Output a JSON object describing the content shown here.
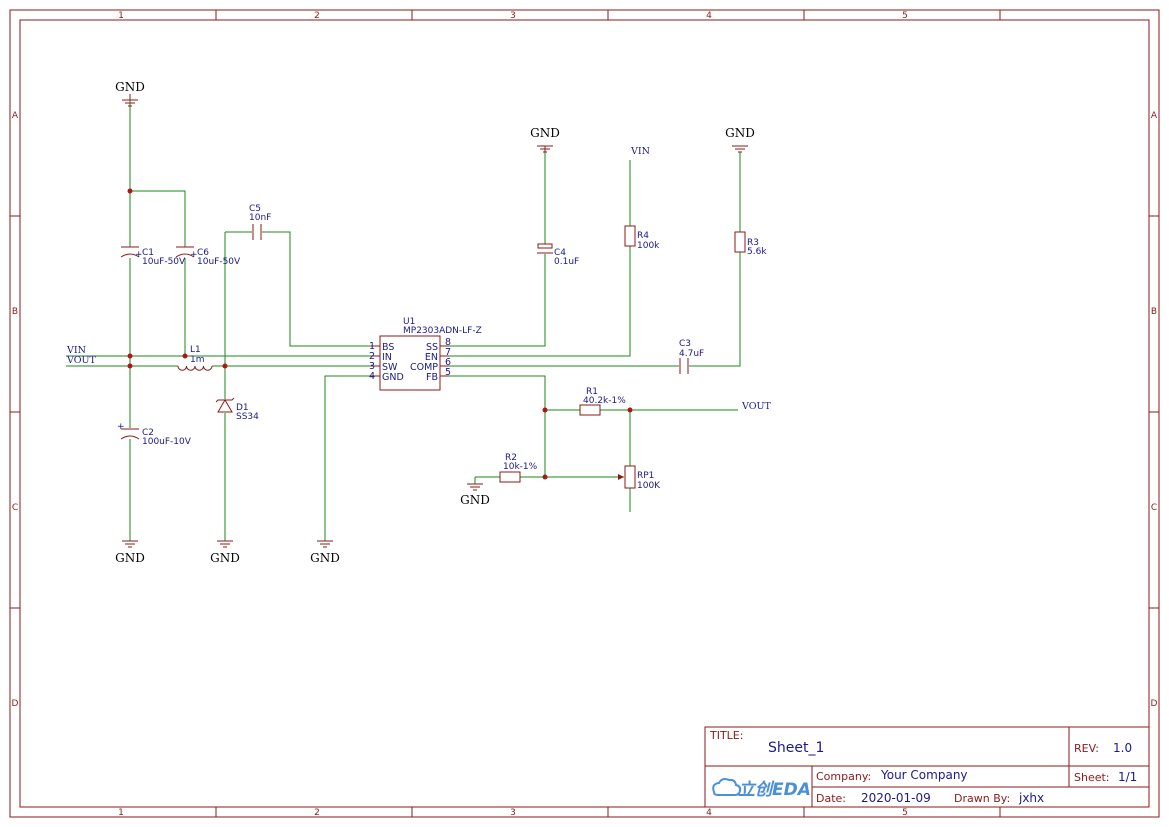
{
  "frame": {
    "columns": [
      "1",
      "2",
      "3",
      "4",
      "5"
    ],
    "rows": [
      "A",
      "B",
      "C",
      "D"
    ]
  },
  "nets": {
    "gnd": "GND",
    "vin": "VIN",
    "vout": "VOUT"
  },
  "ic": {
    "ref": "U1",
    "part": "MP2303ADN-LF-Z",
    "left_pins": [
      {
        "num": "1",
        "name": "BS"
      },
      {
        "num": "2",
        "name": "IN"
      },
      {
        "num": "3",
        "name": "SW"
      },
      {
        "num": "4",
        "name": "GND"
      }
    ],
    "right_pins": [
      {
        "num": "8",
        "name": "SS"
      },
      {
        "num": "7",
        "name": "EN"
      },
      {
        "num": "6",
        "name": "COMP"
      },
      {
        "num": "5",
        "name": "FB"
      }
    ]
  },
  "components": {
    "c1": {
      "ref": "C1",
      "value": "10uF-50V"
    },
    "c6": {
      "ref": "C6",
      "value": "10uF-50V"
    },
    "c2": {
      "ref": "C2",
      "value": "100uF-10V"
    },
    "c5": {
      "ref": "C5",
      "value": "10nF"
    },
    "l1": {
      "ref": "L1",
      "value": "1m"
    },
    "d1": {
      "ref": "D1",
      "value": "SS34"
    },
    "c4": {
      "ref": "C4",
      "value": "0.1uF"
    },
    "r4": {
      "ref": "R4",
      "value": "100k"
    },
    "r3": {
      "ref": "R3",
      "value": "5.6k"
    },
    "c3": {
      "ref": "C3",
      "value": "4.7uF"
    },
    "r1": {
      "ref": "R1",
      "value": "40.2k-1%"
    },
    "r2": {
      "ref": "R2",
      "value": "10k-1%"
    },
    "rp1": {
      "ref": "RP1",
      "value": "100K"
    },
    "polarity_mark": "+"
  },
  "title_block": {
    "title_label": "TITLE:",
    "title_value": "Sheet_1",
    "rev_label": "REV:",
    "rev_value": "1.0",
    "company_label": "Company:",
    "company_value": "Your Company",
    "sheet_label": "Sheet:",
    "sheet_value": "1/1",
    "date_label": "Date:",
    "date_value": "2020-01-09",
    "drawn_label": "Drawn By:",
    "drawn_value": "jxhx",
    "logo_text": "立创EDA"
  },
  "colors": {
    "frame": "#8b1a1a",
    "wire": "#1a8a1a",
    "label": "#1a1a8b",
    "junction": "#b01515",
    "logo": "#4a90d9"
  }
}
